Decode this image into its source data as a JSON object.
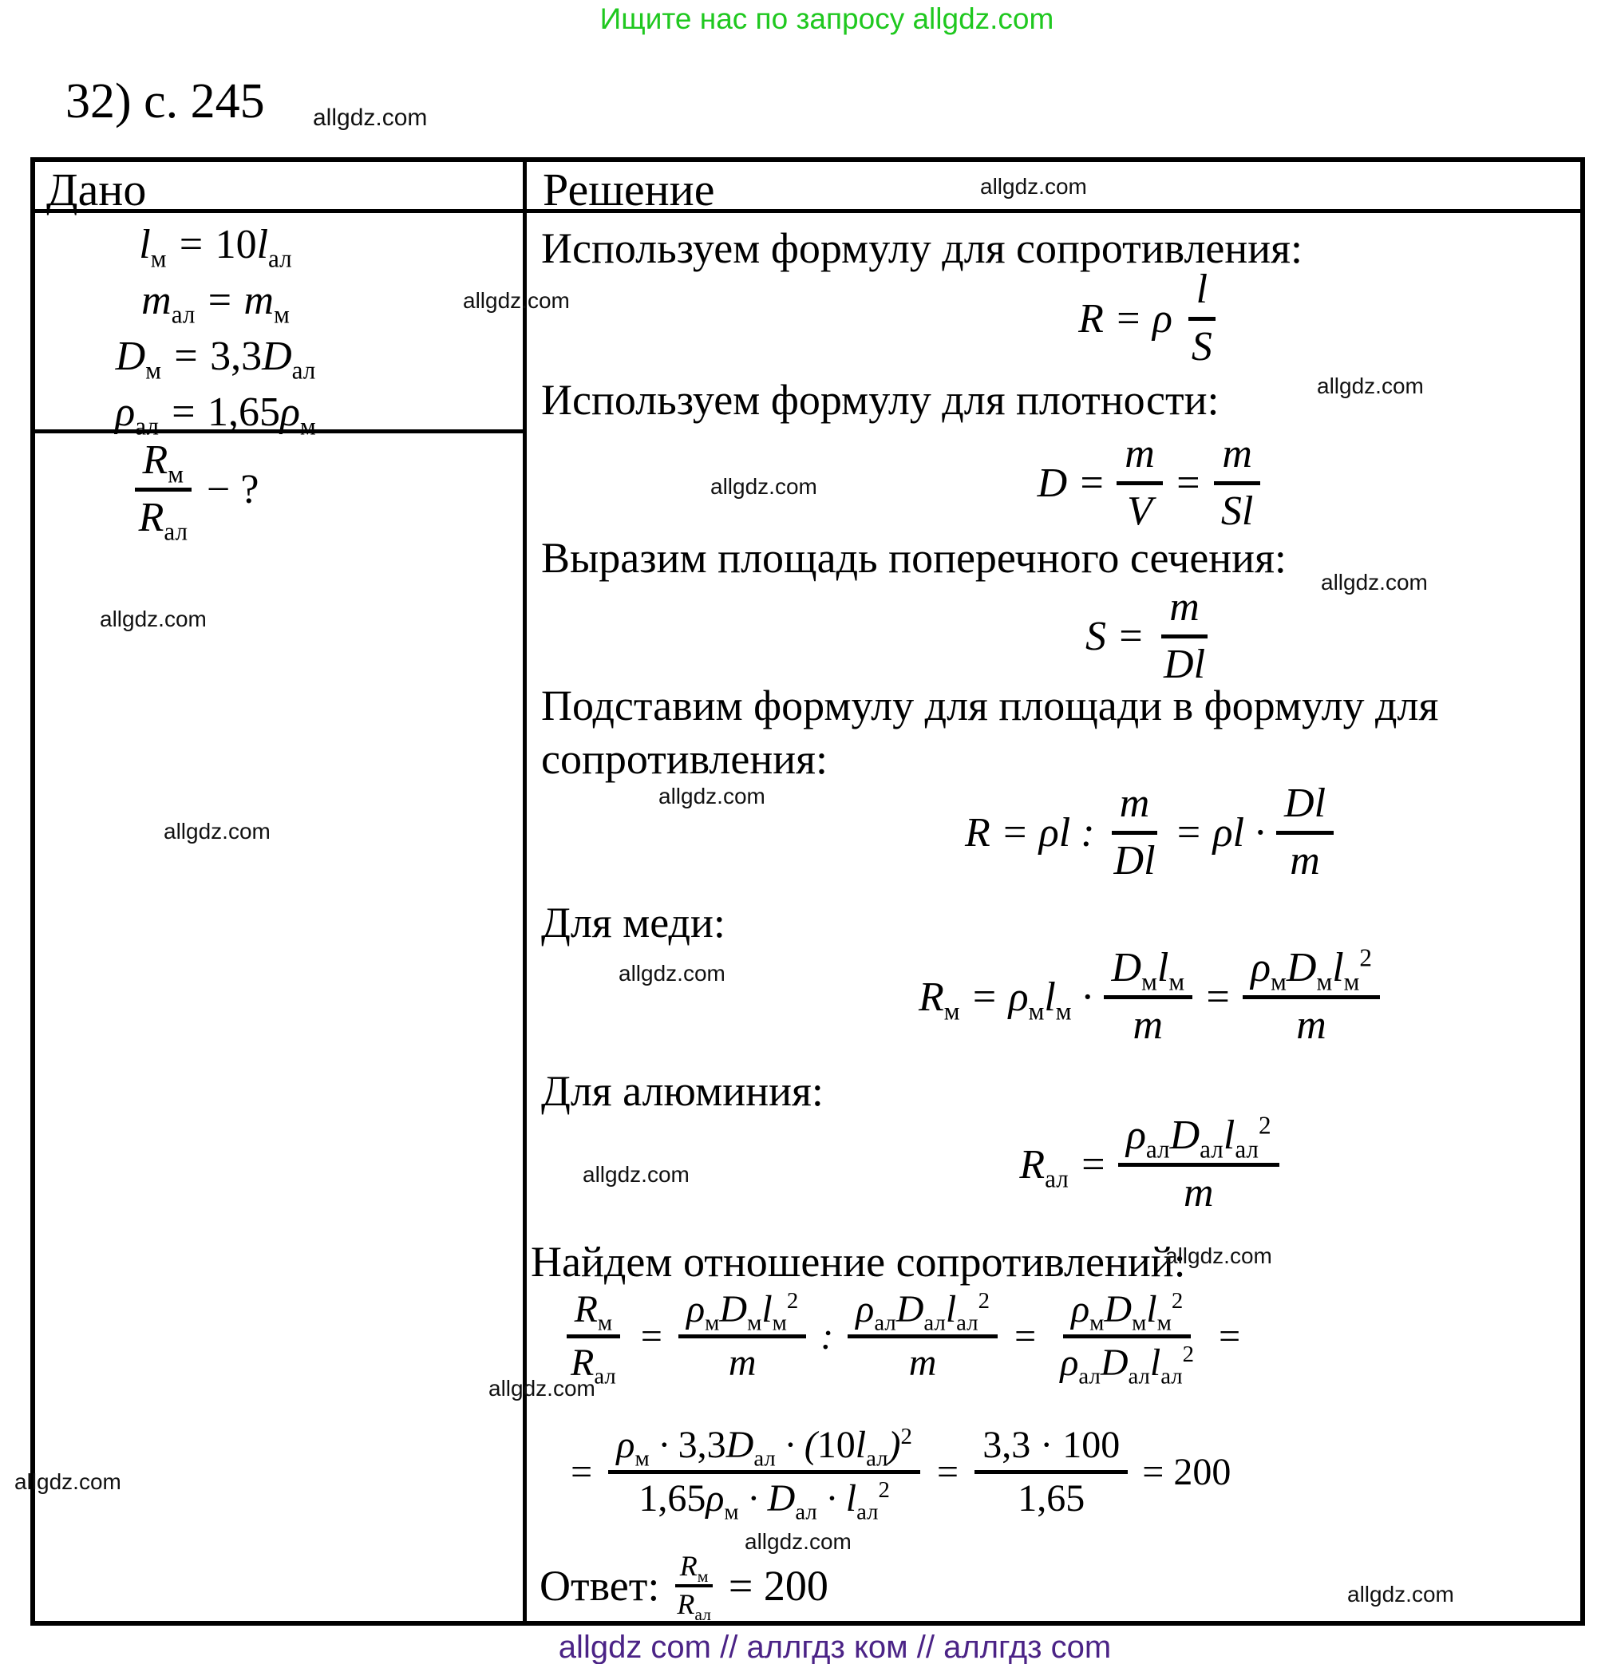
{
  "promo": "Ищите нас по запросу allgdz.com",
  "title": "32) с. 245",
  "watermark": "allgdz.com",
  "footer": "allgdz com  //  аллгдз ком  //  аллгдз com",
  "colors": {
    "promo_green": "#1fc81f",
    "footer_purple": "#4b2386",
    "ink": "#000000"
  },
  "table": {
    "given_header": "Дано",
    "solution_header": "Решение",
    "given_lines": [
      "l_{м} = ~{10}l_{ал}",
      "m_{ал} = m_{м}",
      "D_{м} = ~{3,3}D_{ал}",
      "ρ_{ал} = ~{1,65}ρ_{м}"
    ],
    "question": {
      "num": "R_{м}",
      "den": "R_{ал}",
      "tail": "~{− ?}"
    },
    "solution": {
      "s1": "Используем формулу для сопротивления:",
      "f1": {
        "lhs": "R = ρ",
        "num": "l",
        "den": "S"
      },
      "s2": "Используем формулу для плотности:",
      "f2": {
        "lhs": "D =",
        "num1": "m",
        "den1": "V",
        "mid": "=",
        "num2": "m",
        "den2": "Sl"
      },
      "s3": "Выразим площадь поперечного сечения:",
      "f3": {
        "lhs": "S =",
        "num": "m",
        "den": "Dl"
      },
      "s4a": "Подставим формулу для площади в формулу для",
      "s4b": "сопротивления:",
      "f4": {
        "lhs": "R = ρl :",
        "num1": "m",
        "den1": "Dl",
        "mid": "= ρl ·",
        "num2": "Dl",
        "den2": "m"
      },
      "s5": "Для меди:",
      "f5": {
        "lhs": "R_{м} = ρ_{м}l_{м} ·",
        "num1": "D_{м}l_{м}",
        "den1": "m",
        "mid": "=",
        "num2": "ρ_{м}D_{м}l_{м}^{2}",
        "den2": "m"
      },
      "s6": "Для алюминия:",
      "f6": {
        "lhs": "R_{ал} =",
        "num": "ρ_{ал}D_{ал}l_{ал}^{2}",
        "den": "m"
      },
      "s7": "Найдем отношение сопротивлений:",
      "eq1": {
        "num0": "R_{м}",
        "den0": "R_{ал}",
        "op1": "=",
        "numA": "ρ_{м}D_{м}l_{м}^{2}",
        "denA": "m",
        "op2": ":",
        "numB": "ρ_{ал}D_{ал}l_{ал}^{2}",
        "denB": "m",
        "op3": "=",
        "numC": "ρ_{м}D_{м}l_{м}^{2}",
        "denC": "ρ_{ал}D_{ал}l_{ал}^{2}",
        "op4": "="
      },
      "eq2": {
        "op0": "=",
        "numD": "ρ_{м} · ~{3,3}D_{ал} · (~{10}l_{ал})^{2}",
        "denD": "~{1,65}ρ_{м} · D_{ал} · l_{ал}^{2}",
        "op1": "=",
        "numE": "~{3,3 · 100}",
        "denE": "~{1,65}",
        "tail": "~{= 200}"
      },
      "answer": {
        "label": "Ответ:",
        "num": "R_{м}",
        "den": "R_{ал}",
        "tail": "~{= 200}"
      }
    }
  }
}
